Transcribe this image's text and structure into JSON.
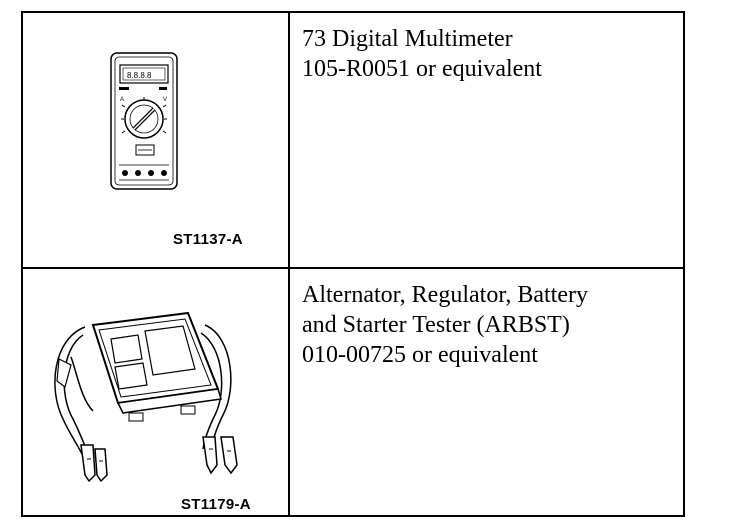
{
  "tools": [
    {
      "illustration_code": "ST1137-A",
      "icon": "digital-multimeter-icon",
      "description_lines": [
        "73 Digital Multimeter",
        "105-R0051 or equivalent"
      ]
    },
    {
      "illustration_code": "ST1179-A",
      "icon": "battery-starter-tester-icon",
      "description_lines": [
        "Alternator, Regulator, Battery",
        "and Starter Tester (ARBST)",
        "010-00725 or equivalent"
      ]
    }
  ]
}
